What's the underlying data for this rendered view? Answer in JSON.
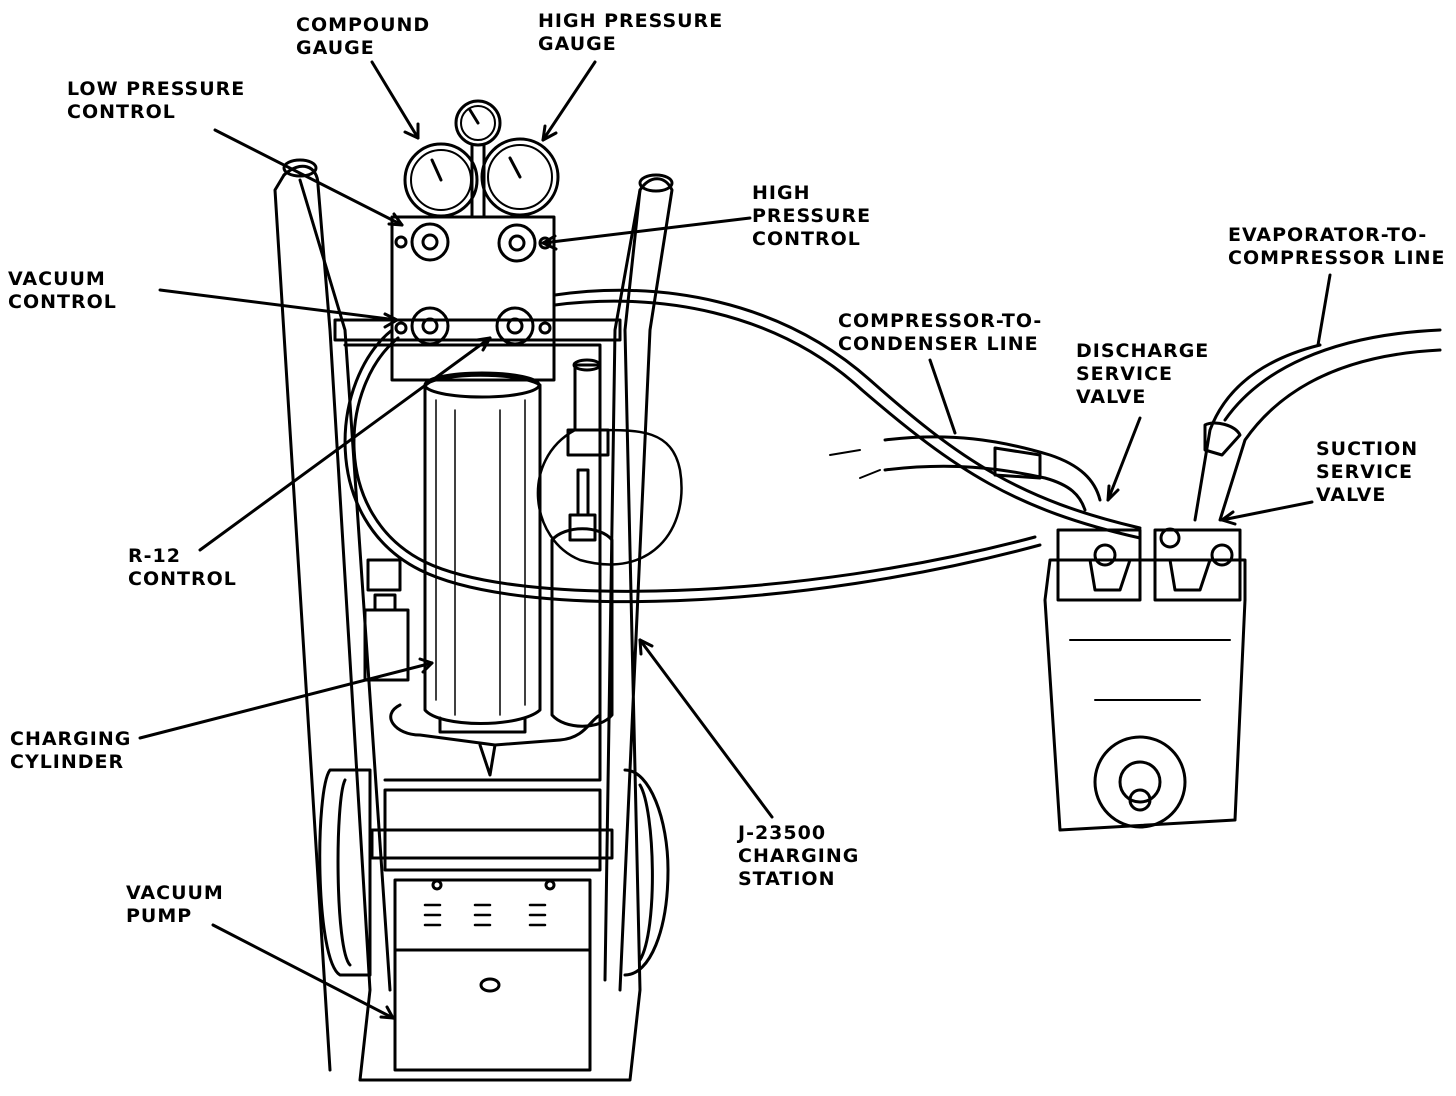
{
  "labels": {
    "compound_gauge": [
      "COMPOUND",
      "GAUGE"
    ],
    "high_pressure_gauge": [
      "HIGH PRESSURE",
      "GAUGE"
    ],
    "low_pressure_control": [
      "LOW PRESSURE",
      "CONTROL"
    ],
    "high_pressure_control": [
      "HIGH",
      "PRESSURE",
      "CONTROL"
    ],
    "vacuum_control": [
      "VACUUM",
      "CONTROL"
    ],
    "r12_control": [
      "R-12",
      "CONTROL"
    ],
    "charging_cylinder": [
      "CHARGING",
      "CYLINDER"
    ],
    "vacuum_pump": [
      "VACUUM",
      "PUMP"
    ],
    "charging_station": [
      "J-23500",
      "CHARGING",
      "STATION"
    ],
    "compressor_to_condenser_line": [
      "COMPRESSOR-TO-",
      "CONDENSER LINE"
    ],
    "discharge_service_valve": [
      "DISCHARGE",
      "SERVICE",
      "VALVE"
    ],
    "evaporator_to_compressor_line": [
      "EVAPORATOR-TO-",
      "COMPRESSOR LINE"
    ],
    "suction_service_valve": [
      "SUCTION",
      "SERVICE",
      "VALVE"
    ]
  }
}
